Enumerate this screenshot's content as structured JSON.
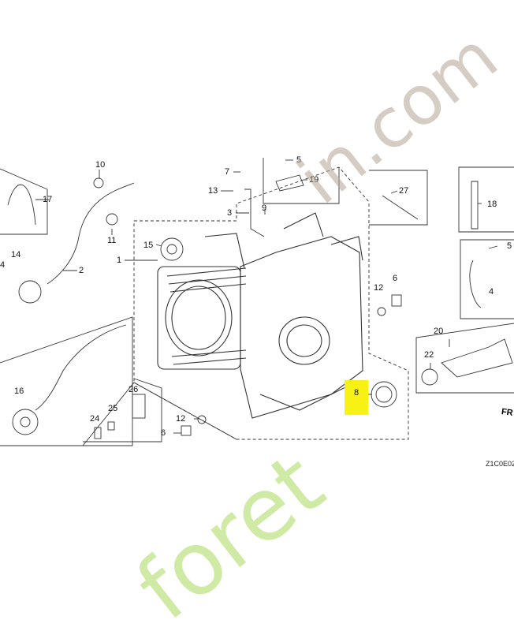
{
  "callouts": {
    "c1": "1",
    "c2": "2",
    "c3": "3",
    "c4a": "4",
    "c4b": "4",
    "c5a": "5",
    "c5b": "5",
    "c6a": "6",
    "c6b": "6",
    "c7": "7",
    "c8": "8",
    "c9": "9",
    "c10": "10",
    "c11": "11",
    "c12a": "12",
    "c12b": "12",
    "c13": "13",
    "c14": "14",
    "c15": "15",
    "c16": "16",
    "c17": "17",
    "c18": "18",
    "c19": "19",
    "c20": "20",
    "c22": "22",
    "c24": "24",
    "c25": "25",
    "c26": "26",
    "c27": "27"
  },
  "highlight_color": "#f7f214",
  "part_code": "Z1C0E02",
  "front_marker": "FR",
  "watermark": {
    "site": "in.com",
    "brand": "foret"
  }
}
